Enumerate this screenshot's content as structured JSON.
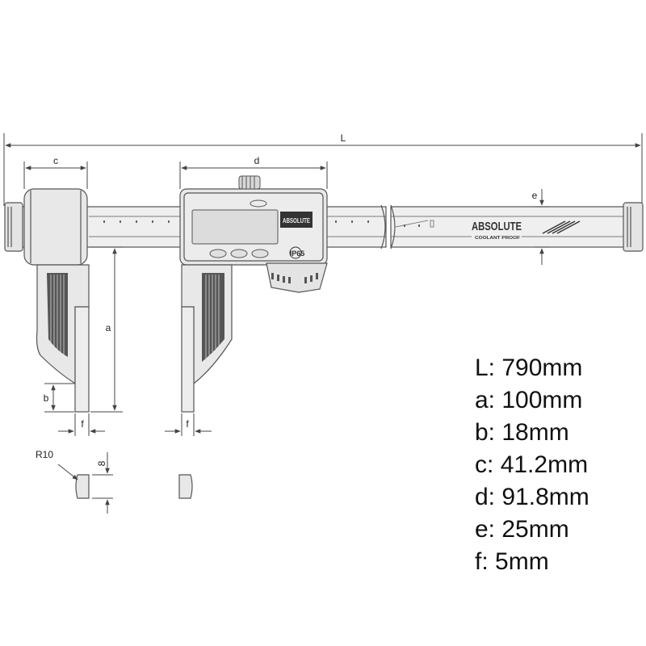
{
  "dimension_labels": {
    "L": "L",
    "c": "c",
    "d": "d",
    "e": "e",
    "a": "a",
    "b": "b",
    "f_left": "f",
    "f_right": "f",
    "radius": "R10",
    "thickness": "8"
  },
  "caliper": {
    "brand": "ABSOLUTE",
    "slider_brand": "ABSOLUTE",
    "coolant_text": "COOLANT PROOF",
    "ip_rating": "IP65"
  },
  "specs": [
    {
      "label": "L:",
      "value": "790mm"
    },
    {
      "label": "a:",
      "value": "100mm"
    },
    {
      "label": "b:",
      "value": "18mm"
    },
    {
      "label": "c:",
      "value": "41.2mm"
    },
    {
      "label": "d:",
      "value": "91.8mm"
    },
    {
      "label": "e:",
      "value": "25mm"
    },
    {
      "label": "f:",
      "value": "5mm"
    }
  ],
  "colors": {
    "line": "#444444",
    "body_fill": "#e8e8e8",
    "beam_fill": "#efefef",
    "grip_fill": "#555555",
    "display_fill": "#dcdcdc"
  }
}
